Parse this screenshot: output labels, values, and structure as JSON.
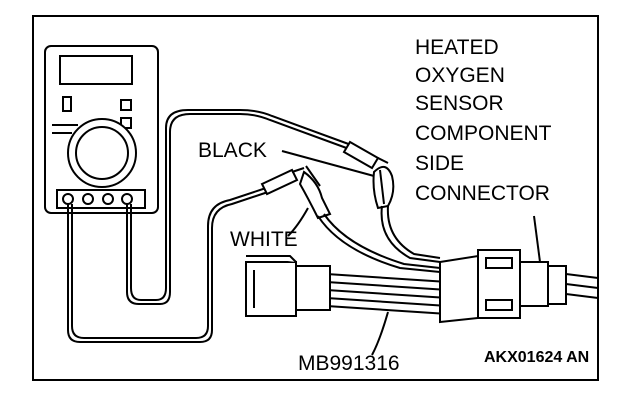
{
  "labels": {
    "sensor_lines": [
      "HEATED",
      "OXYGEN",
      "SENSOR",
      "COMPONENT",
      "SIDE",
      "CONNECTOR"
    ],
    "black_lead": "BLACK",
    "white_lead": "WHITE",
    "tool_number": "MB991316",
    "figure_code": "AKX01624 AN"
  },
  "icons": {
    "meter": "multimeter-icon",
    "connector": "connector-icon",
    "clip": "alligator-clip-icon"
  },
  "colors": {
    "line": "#000000",
    "background": "#ffffff"
  }
}
